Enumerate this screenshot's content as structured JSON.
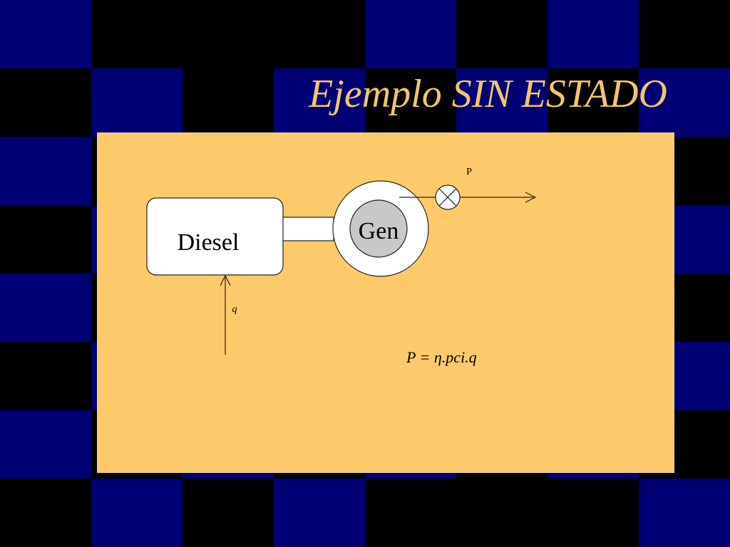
{
  "slide": {
    "title": "Ejemplo SIN ESTADO"
  },
  "colors": {
    "background": "#000000",
    "tile": "#000074",
    "title": "#f2c66a",
    "panel": "#fdca6b",
    "box_fill": "#ffffff",
    "gen_inner": "#c8c8c8",
    "stroke": "#222222"
  },
  "diagram": {
    "diesel_label": "Diesel",
    "generator_label": "Gen",
    "output_label": "P",
    "input_label": "q",
    "equation": "P = η.pci.q"
  }
}
